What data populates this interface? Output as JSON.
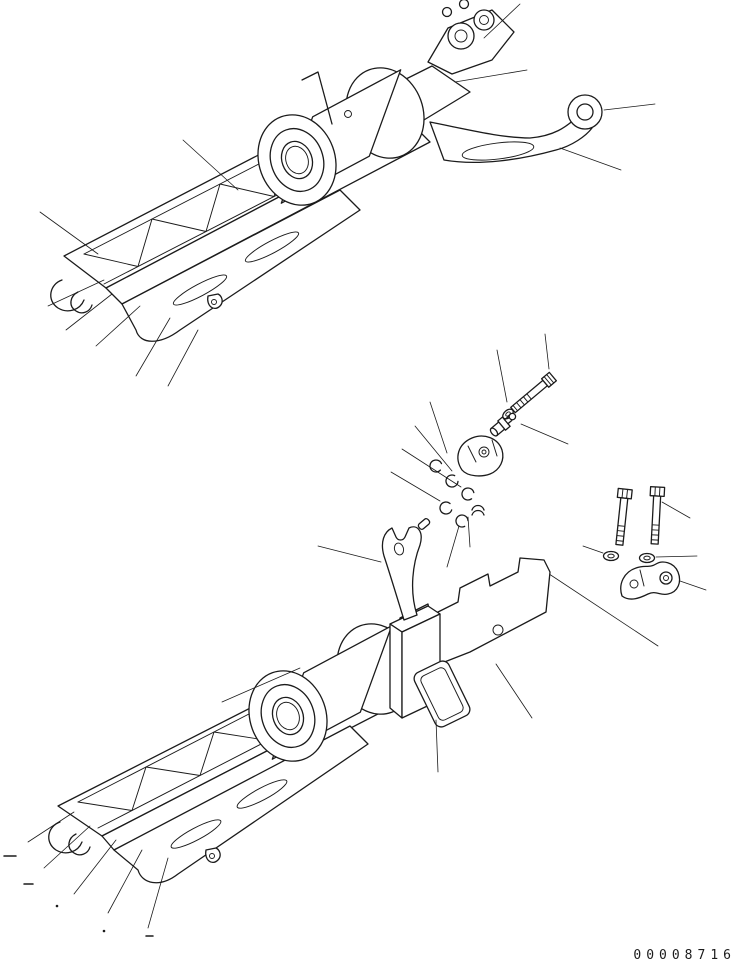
{
  "page": {
    "background": "#ffffff",
    "ink": "#1b1b1b"
  },
  "footer": {
    "part_number": "00008716"
  },
  "diagram": {
    "kind": "exploded-parts-line-drawing",
    "views": [
      {
        "name": "track-frame-assembly-upper-view"
      },
      {
        "name": "mounting-hardware-detail"
      },
      {
        "name": "track-frame-assembly-lower-view"
      }
    ]
  }
}
